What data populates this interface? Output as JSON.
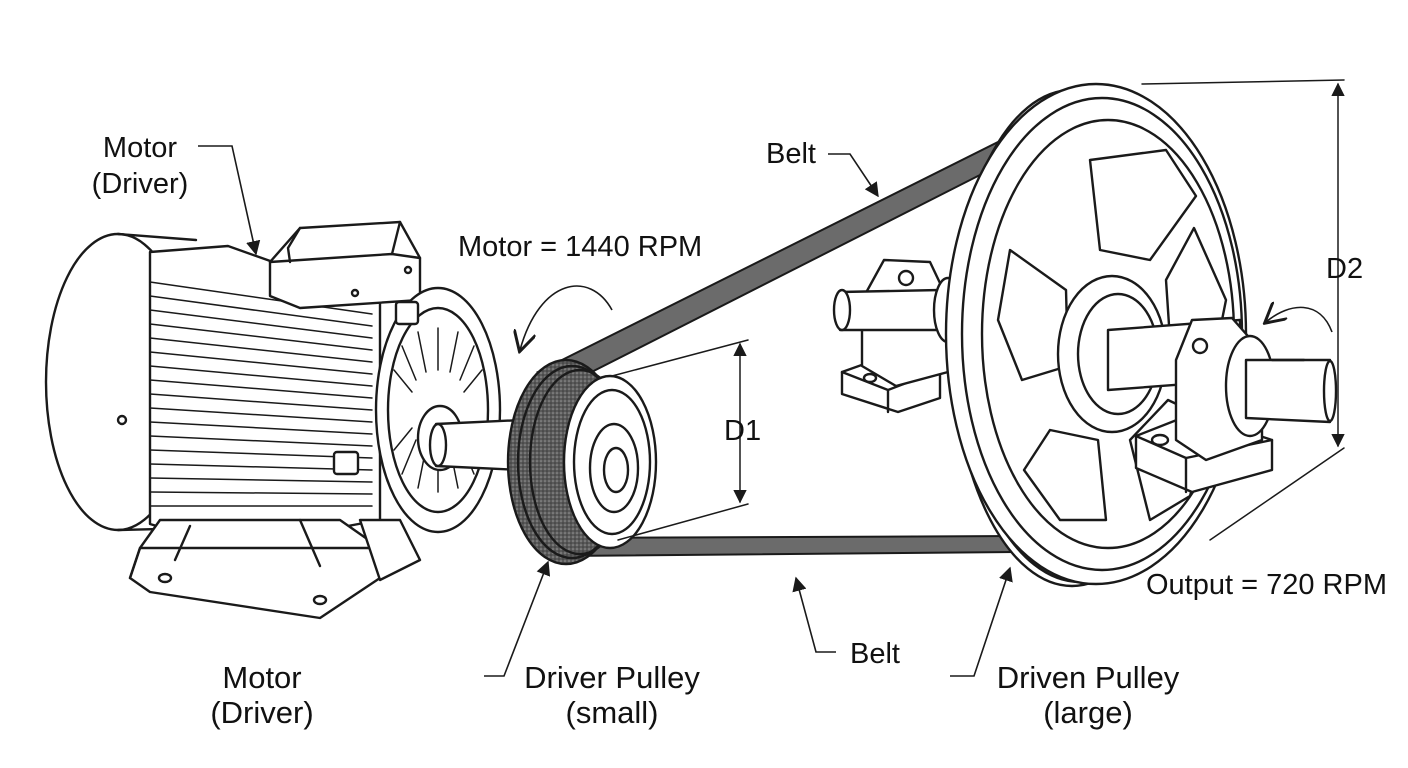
{
  "labels": {
    "motor_top_line1": "Motor",
    "motor_top_line2": "(Driver)",
    "motor_bottom_line1": "Motor",
    "motor_bottom_line2": "(Driver)",
    "belt_top": "Belt",
    "belt_bottom": "Belt",
    "motor_speed": "Motor = 1440 RPM",
    "output_speed": "Output = 720 RPM",
    "d1": "D1",
    "d2": "D2",
    "driver_pulley_line1": "Driver Pulley",
    "driver_pulley_line2": "(small)",
    "driven_pulley_line1": "Driven Pulley",
    "driven_pulley_line2": "(large)"
  }
}
